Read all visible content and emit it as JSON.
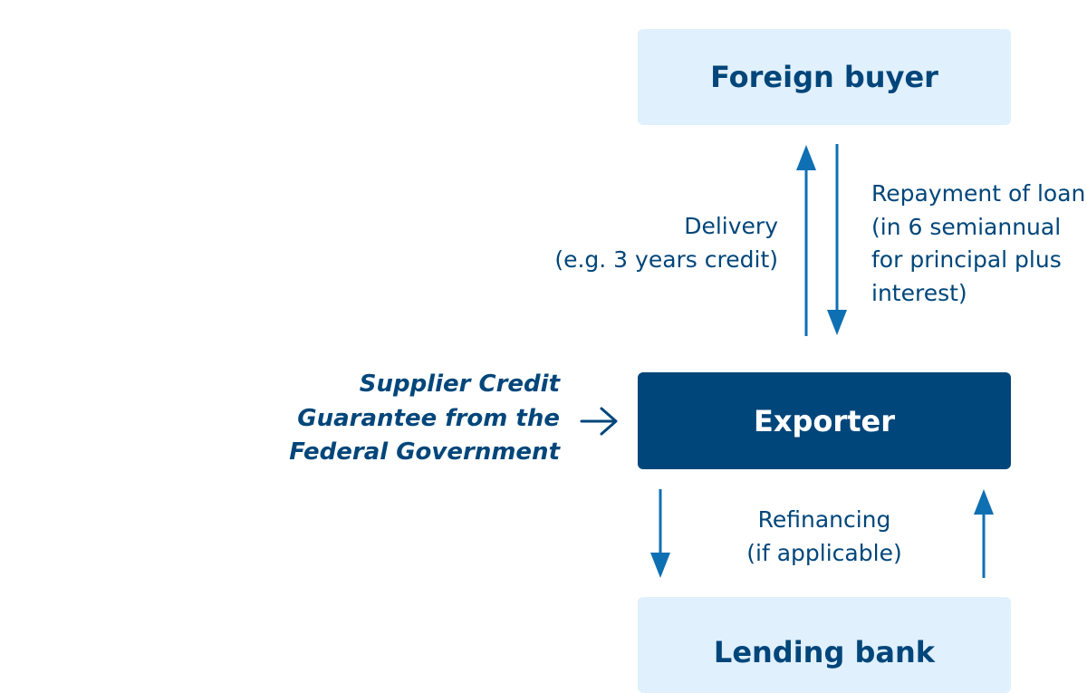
{
  "diagram": {
    "nodes": {
      "foreign_buyer": "Foreign buyer",
      "exporter": "Exporter",
      "lending_bank": "Lending bank"
    },
    "edges": {
      "delivery": [
        "Delivery",
        "(e.g. 3 years credit)"
      ],
      "repayment": [
        "Repayment of loan",
        "(in 6 semiannual",
        "for principal plus",
        "interest)"
      ],
      "refinancing": [
        "Refinancing",
        "(if applicable)"
      ],
      "guarantee": [
        "Supplier Credit",
        "Guarantee from the",
        "Federal Government"
      ]
    }
  },
  "colors": {
    "arrow": "#0f6fb3",
    "dark_box": "#00467a",
    "light_box": "#e0f0fc"
  }
}
